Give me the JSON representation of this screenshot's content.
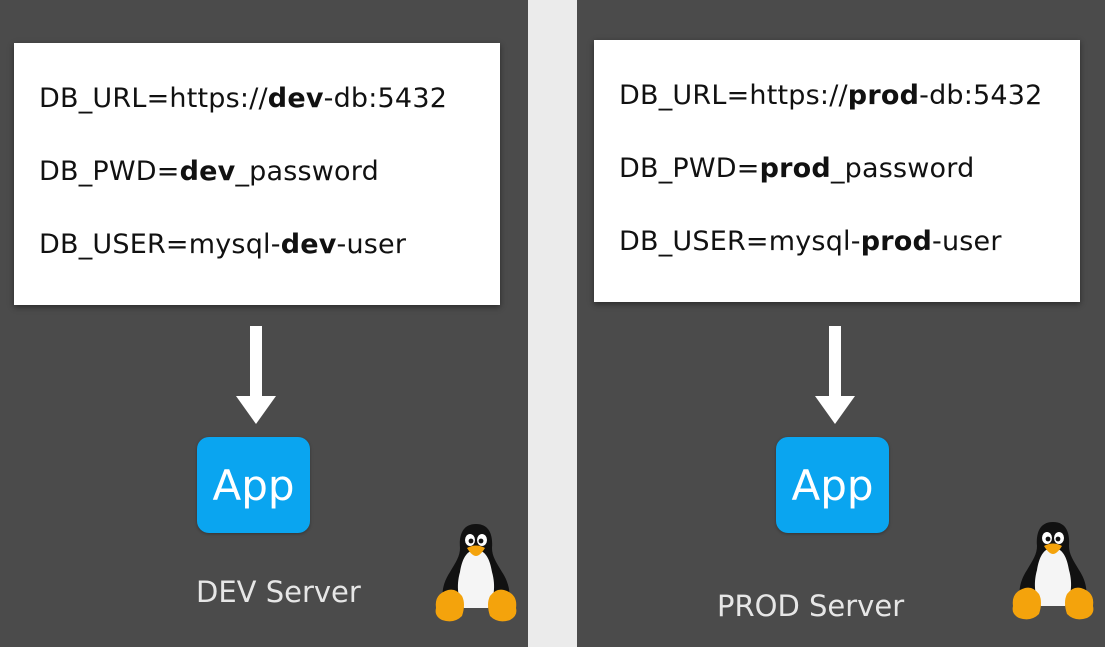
{
  "dev": {
    "env": {
      "url_prefix": "DB_URL=https://",
      "url_env": "dev",
      "url_suffix": "-db:5432",
      "pwd_prefix": "DB_PWD=",
      "pwd_env": "dev",
      "pwd_suffix": "_password",
      "user_prefix": "DB_USER=mysql-",
      "user_env": "dev",
      "user_suffix": "-user"
    },
    "app_label": "App",
    "server_label": "DEV Server"
  },
  "prod": {
    "env": {
      "url_prefix": "DB_URL=https://",
      "url_env": "prod",
      "url_suffix": "-db:5432",
      "pwd_prefix": "DB_PWD=",
      "pwd_env": "prod",
      "pwd_suffix": "_password",
      "user_prefix": "DB_USER=mysql-",
      "user_env": "prod",
      "user_suffix": "-user"
    },
    "app_label": "App",
    "server_label": "PROD Server"
  },
  "colors": {
    "panel_bg": "#4b4b4b",
    "divider_bg": "#ebebeb",
    "app_badge": "#0aa5f0",
    "arrow": "#ffffff"
  },
  "icons": {
    "arrow": "arrow-down-icon",
    "server_os": "linux-tux-icon"
  }
}
